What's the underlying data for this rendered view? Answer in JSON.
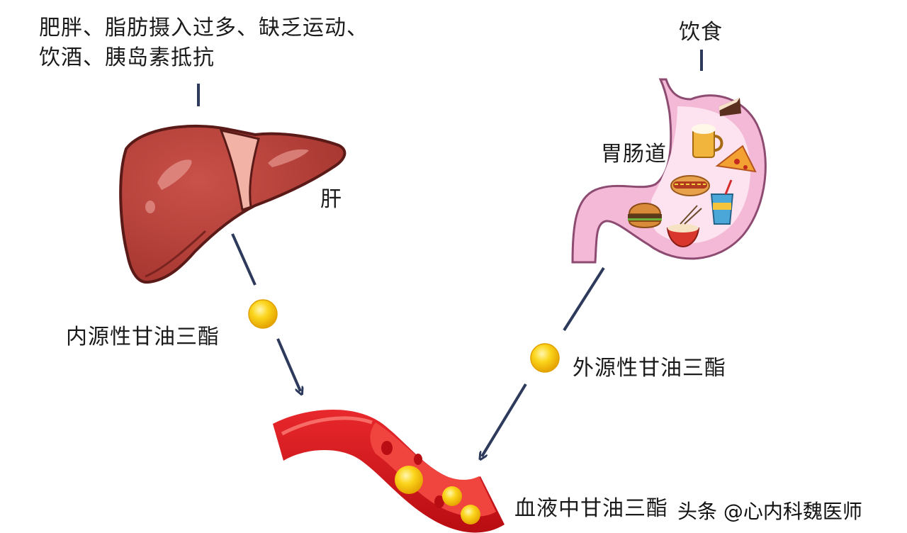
{
  "risk_factors": {
    "line1": "肥胖、脂肪摄入过多、缺乏运动、",
    "line2": "饮酒、胰岛素抵抗"
  },
  "diet_label": "饮食",
  "gut_label": "胃肠道",
  "liver_label": "肝",
  "endogenous_label": "内源性甘油三酯",
  "exogenous_label": "外源性甘油三酯",
  "blood_label": "血液中甘油三酯",
  "watermark": "头条 @心内科魏医师",
  "colors": {
    "liver": "#b8423a",
    "liver_dark": "#8e2c27",
    "liver_highlight": "#d97a72",
    "ligament": "#f2b2a6",
    "stomach_wall": "#f3b9d6",
    "stomach_inner": "#fde3ef",
    "stomach_outline": "#8d4b72",
    "vessel": "#d9141a",
    "vessel_inner": "#f0443f",
    "droplet": "#f7c514",
    "droplet_edge": "#e2a200",
    "arrow": "#2d3a5c"
  }
}
